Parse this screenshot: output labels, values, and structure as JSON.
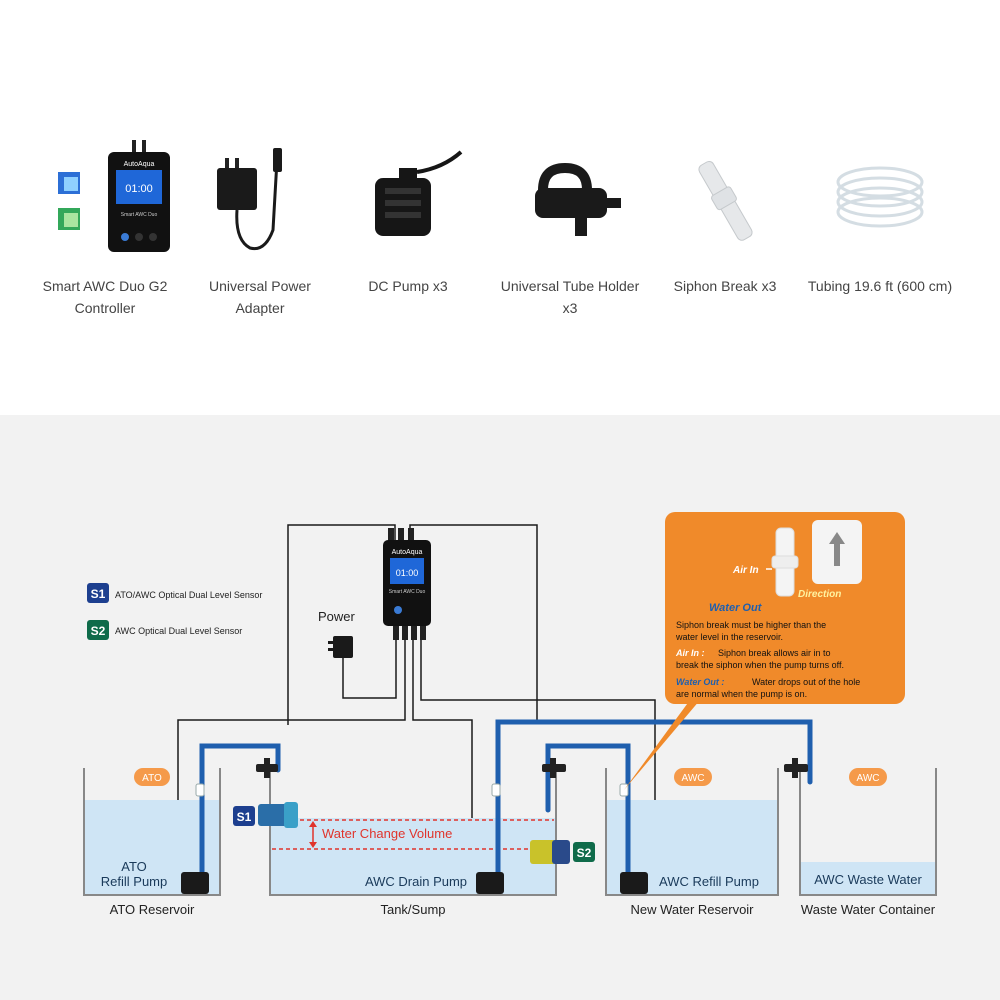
{
  "products": [
    {
      "name": "Smart AWC Duo G2",
      "name2": "Controller"
    },
    {
      "name": "Universal Power",
      "name2": "Adapter"
    },
    {
      "name": "DC Pump x3",
      "name2": ""
    },
    {
      "name": "Universal Tube Holder",
      "name2": "x3"
    },
    {
      "name": "Siphon Break x3",
      "name2": ""
    },
    {
      "name": "Tubing 19.6 ft (600 cm)",
      "name2": ""
    }
  ],
  "device": {
    "brand": "AutoAqua",
    "model": "Smart AWC Duo",
    "display": "01:00"
  },
  "legend": [
    {
      "badge": "S1",
      "text": "ATO/AWC Optical Dual Level Sensor",
      "color": "#1d3f8f"
    },
    {
      "badge": "S2",
      "text": "AWC Optical Dual Level Sensor",
      "color": "#0f6b4a"
    }
  ],
  "labels": {
    "power": "Power",
    "water_change_volume": "Water Change Volume",
    "ato_tag": "ATO",
    "awc_tag_1": "AWC",
    "awc_tag_2": "AWC",
    "ato_pump_1": "ATO",
    "ato_pump_2": "Refill Pump",
    "awc_drain_pump": "AWC Drain Pump",
    "awc_refill_pump": "AWC Refill Pump",
    "awc_waste_water": "AWC Waste Water",
    "ato_reservoir": "ATO Reservoir",
    "tank_sump": "Tank/Sump",
    "new_water_reservoir": "New Water Reservoir",
    "waste_water_container": "Waste Water Container",
    "sensor_s1": "S1",
    "sensor_s2": "S2"
  },
  "callout": {
    "air_in": "Air In",
    "water_out": "Water Out",
    "direction": "Direction",
    "line1": "Siphon break must be higher than the",
    "line2": "water level in the reservoir.",
    "air_in_key": "Air In :",
    "air_in_text": "Siphon break allows air in to",
    "air_in_text2": "break the siphon when the pump turns off.",
    "water_out_key": "Water Out :",
    "water_out_text": "Water drops out of the hole",
    "water_out_text2": "are normal when the pump is on."
  },
  "colors": {
    "tube": "#1f5fae",
    "water": "#cfe5f5",
    "callout": "#f08a2a",
    "tag": "#f59a4a",
    "alert_red": "#e0342c"
  }
}
